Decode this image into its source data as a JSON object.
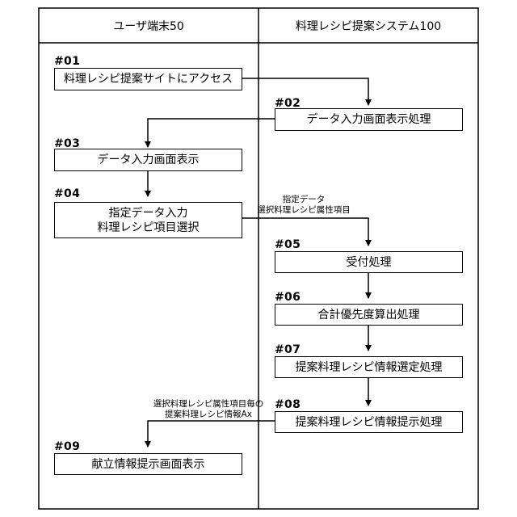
{
  "lanes": {
    "left": "ユーザ端末50",
    "right": "料理レシピ提案システム100"
  },
  "steps": {
    "s01": {
      "num": "#01",
      "label": "料理レシピ提案サイトにアクセス"
    },
    "s02": {
      "num": "#02",
      "label": "データ入力画面表示処理"
    },
    "s03": {
      "num": "#03",
      "label": "データ入力画面表示"
    },
    "s04": {
      "num": "#04",
      "line1": "指定データ入力",
      "line2": "料理レシピ項目選択"
    },
    "s05": {
      "num": "#05",
      "label": "受付処理"
    },
    "s06": {
      "num": "#06",
      "label": "合計優先度算出処理"
    },
    "s07": {
      "num": "#07",
      "label": "提案料理レシピ情報選定処理"
    },
    "s08": {
      "num": "#08",
      "label": "提案料理レシピ情報提示処理"
    },
    "s09": {
      "num": "#09",
      "label": "献立情報提示画面表示"
    }
  },
  "notes": {
    "n04": {
      "line1": "指定データ",
      "line2": "選択料理レシピ属性項目"
    },
    "n08": {
      "line1": "選択料理レシピ属性項目毎の",
      "line2": "提案料理レシピ情報Ax"
    }
  }
}
